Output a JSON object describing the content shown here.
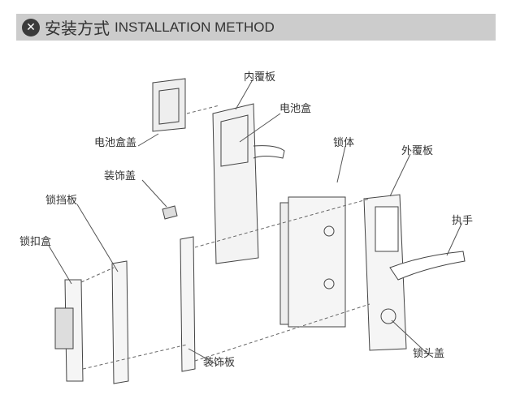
{
  "header": {
    "icon": "close-circle-icon",
    "title_zh": "安装方式",
    "title_en": "INSTALLATION METHOD"
  },
  "labels": {
    "inner_cover": "内覆板",
    "battery_box": "电池盒",
    "battery_cover": "电池盒盖",
    "lock_body": "锁体",
    "outer_cover": "外覆板",
    "decor_cap": "装饰盖",
    "strike_plate": "锁挡板",
    "handle": "执手",
    "strike_box": "锁扣盒",
    "decor_plate": "装饰板",
    "cylinder_cover": "锁头盖"
  }
}
